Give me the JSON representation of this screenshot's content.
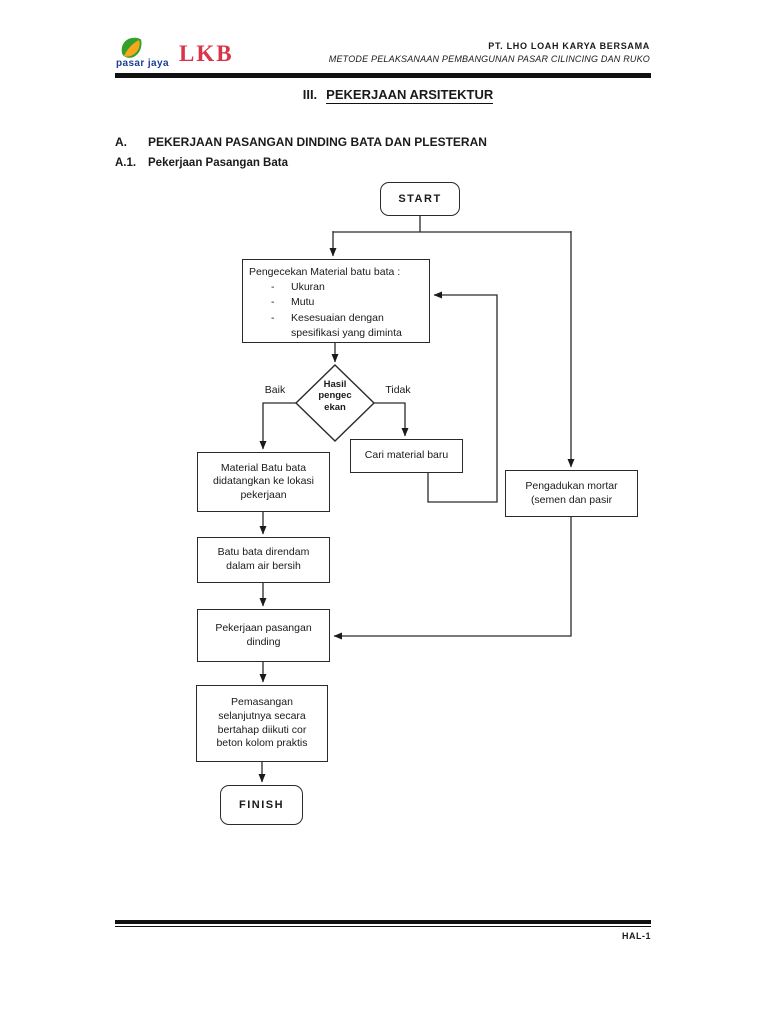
{
  "header": {
    "logo_pasarjaya_text": "pasar jaya",
    "logo_lkb_text": "LKB",
    "company_name": "PT. LHO LOAH KARYA BERSAMA",
    "document_title": "METODE PELAKSANAAN PEMBANGUNAN PASAR CILINCING DAN RUKO"
  },
  "content": {
    "chapter_number": "III.",
    "chapter_title": "PEKERJAAN ARSITEKTUR",
    "section_letter": "A.",
    "section_title": "PEKERJAAN PASANGAN DINDING BATA DAN PLESTERAN",
    "subsection_number": "A.1.",
    "subsection_title": "Pekerjaan Pasangan Bata"
  },
  "flowchart": {
    "start_label": "START",
    "check_title": "Pengecekan Material batu bata :",
    "bullet_char": "-",
    "check_items": [
      "Ukuran",
      "Mutu",
      "Kesesuaian dengan spesifikasi yang diminta"
    ],
    "decision_lines": [
      "Hasil",
      "pengec",
      "ekan"
    ],
    "branch_yes_label": "Baik",
    "branch_no_label": "Tidak",
    "cari_label": "Cari material baru",
    "material_label": "Material Batu bata didatangkan ke lokasi pekerjaan",
    "mortar_lines": [
      "Pengadukan mortar",
      "(semen dan pasir"
    ],
    "rendam_label": "Batu bata direndam dalam air bersih",
    "dinding_label": "Pekerjaan pasangan dinding",
    "pemasangan_lines": [
      "Pemasangan",
      "selanjutnya secara",
      "bertahap diikuti cor",
      "beton kolom praktis"
    ],
    "finish_label": "FINISH"
  },
  "footer": {
    "page_label": "HAL-1"
  },
  "colors": {
    "ink": "#1a1a1a",
    "logo_green": "#33a02c",
    "logo_orange": "#f8a61b",
    "logo_blue": "#1c3f94",
    "logo_red": "#d8344a"
  }
}
